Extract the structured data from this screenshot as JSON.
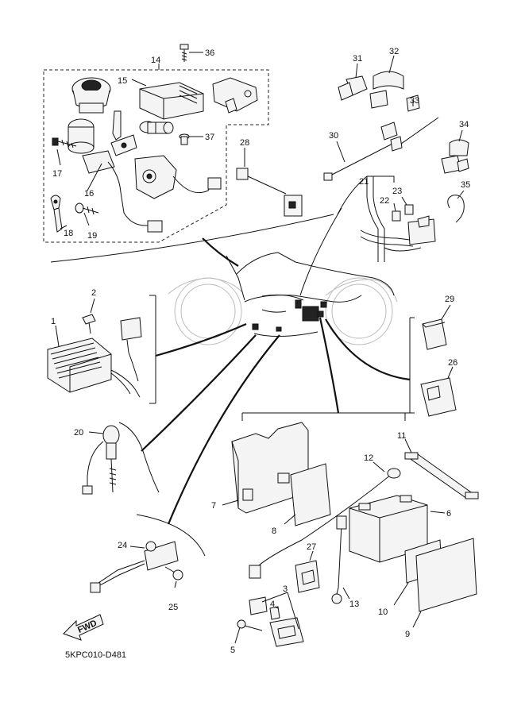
{
  "diagram_code": "5KPC010-D481",
  "fwd_label": "FWD",
  "parts": [
    {
      "id": "p1",
      "label": "1"
    },
    {
      "id": "p2",
      "label": "2"
    },
    {
      "id": "p3",
      "label": "3"
    },
    {
      "id": "p4",
      "label": "4"
    },
    {
      "id": "p5",
      "label": "5"
    },
    {
      "id": "p6",
      "label": "6"
    },
    {
      "id": "p7",
      "label": "7"
    },
    {
      "id": "p8",
      "label": "8"
    },
    {
      "id": "p9",
      "label": "9"
    },
    {
      "id": "p10",
      "label": "10"
    },
    {
      "id": "p11",
      "label": "11"
    },
    {
      "id": "p12",
      "label": "12"
    },
    {
      "id": "p13",
      "label": "13"
    },
    {
      "id": "p14",
      "label": "14"
    },
    {
      "id": "p15",
      "label": "15"
    },
    {
      "id": "p16",
      "label": "16"
    },
    {
      "id": "p17",
      "label": "17"
    },
    {
      "id": "p18",
      "label": "18"
    },
    {
      "id": "p19",
      "label": "19"
    },
    {
      "id": "p20",
      "label": "20"
    },
    {
      "id": "p21",
      "label": "21"
    },
    {
      "id": "p22",
      "label": "22"
    },
    {
      "id": "p23",
      "label": "23"
    },
    {
      "id": "p24",
      "label": "24"
    },
    {
      "id": "p25",
      "label": "25"
    },
    {
      "id": "p26",
      "label": "26"
    },
    {
      "id": "p27",
      "label": "27"
    },
    {
      "id": "p28",
      "label": "28"
    },
    {
      "id": "p29",
      "label": "29"
    },
    {
      "id": "p30",
      "label": "30"
    },
    {
      "id": "p31",
      "label": "31"
    },
    {
      "id": "p32",
      "label": "32"
    },
    {
      "id": "p33",
      "label": "33"
    },
    {
      "id": "p34",
      "label": "34"
    },
    {
      "id": "p35",
      "label": "35"
    },
    {
      "id": "p36",
      "label": "36"
    },
    {
      "id": "p37",
      "label": "37"
    }
  ]
}
